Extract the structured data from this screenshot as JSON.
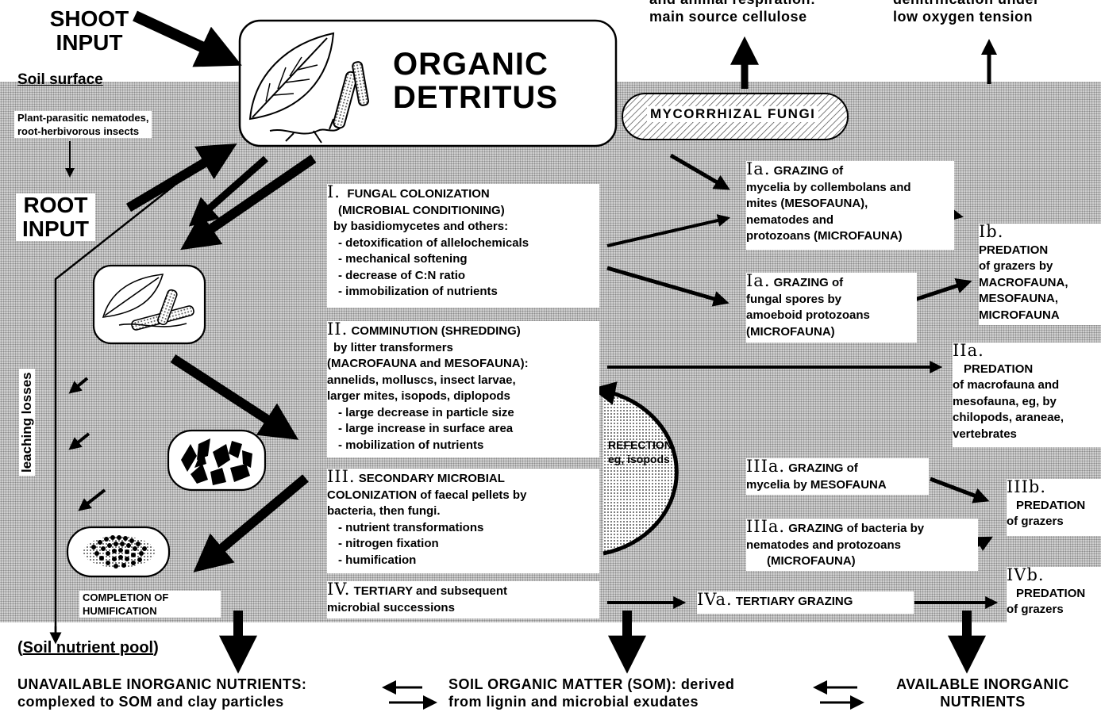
{
  "top_right_1": [
    "and animal respiration:",
    "main source cellulose"
  ],
  "top_right_2": [
    "denitrification under",
    "low oxygen tension"
  ],
  "shoot_input": [
    "SHOOT",
    "INPUT"
  ],
  "soil_surface": "Soil surface",
  "root_herbivores": [
    "Plant-parasitic nematodes,",
    "root-herbivorous insects"
  ],
  "root_input": [
    "ROOT",
    "INPUT"
  ],
  "organic_detritus": [
    "ORGANIC",
    "DETRITUS"
  ],
  "mycorrhizal_fungi": "MYCORRHIZAL FUNGI",
  "leaching_losses": "leaching losses",
  "completion_of_humification": [
    "COMPLETION OF",
    "HUMIFICATION"
  ],
  "stage_I": {
    "numeral": "I.",
    "title": "FUNGAL COLONIZATION",
    "lines": [
      "(MICROBIAL CONDITIONING)",
      "by basidiomycetes and others:",
      "- detoxification of allelochemicals",
      "- mechanical softening",
      "- decrease of C:N ratio",
      "- immobilization of nutrients"
    ]
  },
  "stage_II": {
    "numeral": "II.",
    "title": "COMMINUTION (SHREDDING)",
    "lines": [
      "by litter transformers",
      "(MACROFAUNA and MESOFAUNA):",
      "annelids, molluscs, insect larvae,",
      "larger mites, isopods, diplopods",
      "- large decrease in particle size",
      "- large increase in surface area",
      "- mobilization of nutrients"
    ]
  },
  "stage_III": {
    "numeral": "III.",
    "title": "SECONDARY MICROBIAL",
    "lines": [
      "COLONIZATION  of faecal pellets by",
      "bacteria, then fungi.",
      "- nutrient transformations",
      "- nitrogen fixation",
      "- humification"
    ]
  },
  "stage_IV": {
    "numeral": "IV.",
    "title": "TERTIARY and subsequent",
    "lines": [
      "microbial successions"
    ]
  },
  "refection": [
    "REFECTION,",
    "eg, isopods"
  ],
  "stage_Ia_1": {
    "numeral": "Ia.",
    "title": "GRAZING of",
    "lines": [
      "mycelia by collembolans and",
      "mites (MESOFAUNA),",
      "nematodes and",
      "protozoans (MICROFAUNA)"
    ]
  },
  "stage_Ia_2": {
    "numeral": "Ia.",
    "title": "GRAZING of",
    "lines": [
      "fungal spores by",
      "amoeboid protozoans",
      "(MICROFAUNA)"
    ]
  },
  "stage_Ib": {
    "numeral": "Ib.",
    "title": "PREDATION",
    "lines": [
      "of grazers by",
      "MACROFAUNA,",
      "MESOFAUNA,",
      "MICROFAUNA"
    ]
  },
  "stage_IIa": {
    "numeral": "IIa.",
    "title": "PREDATION",
    "lines": [
      "of macrofauna and",
      "mesofauna, eg, by",
      "chilopods, araneae,",
      "vertebrates"
    ]
  },
  "stage_IIIa_1": {
    "numeral": "IIIa.",
    "title": "GRAZING of",
    "lines": [
      "mycelia by MESOFAUNA"
    ]
  },
  "stage_IIIa_2": {
    "numeral": "IIIa.",
    "title": "GRAZING of bacteria by",
    "lines": [
      "nematodes and protozoans",
      "(MICROFAUNA)"
    ]
  },
  "stage_IIIb": {
    "numeral": "IIIb.",
    "title": "PREDATION",
    "lines": [
      "of grazers"
    ]
  },
  "stage_IVa": {
    "numeral": "IVa.",
    "title": "TERTIARY GRAZING"
  },
  "stage_IVb": {
    "numeral": "IVb.",
    "title": "PREDATION",
    "lines": [
      "of grazers"
    ]
  },
  "soil_nutrient_pool": {
    "open": "(",
    "label": "Soil nutrient pool",
    "close": ")"
  },
  "unavailable_nutrients": [
    "UNAVAILABLE INORGANIC NUTRIENTS:",
    "complexed to SOM and clay particles"
  ],
  "som": [
    "SOIL ORGANIC MATTER (SOM): derived",
    "from lignin and microbial exudates"
  ],
  "available_nutrients": [
    "AVAILABLE INORGANIC",
    "NUTRIENTS"
  ]
}
